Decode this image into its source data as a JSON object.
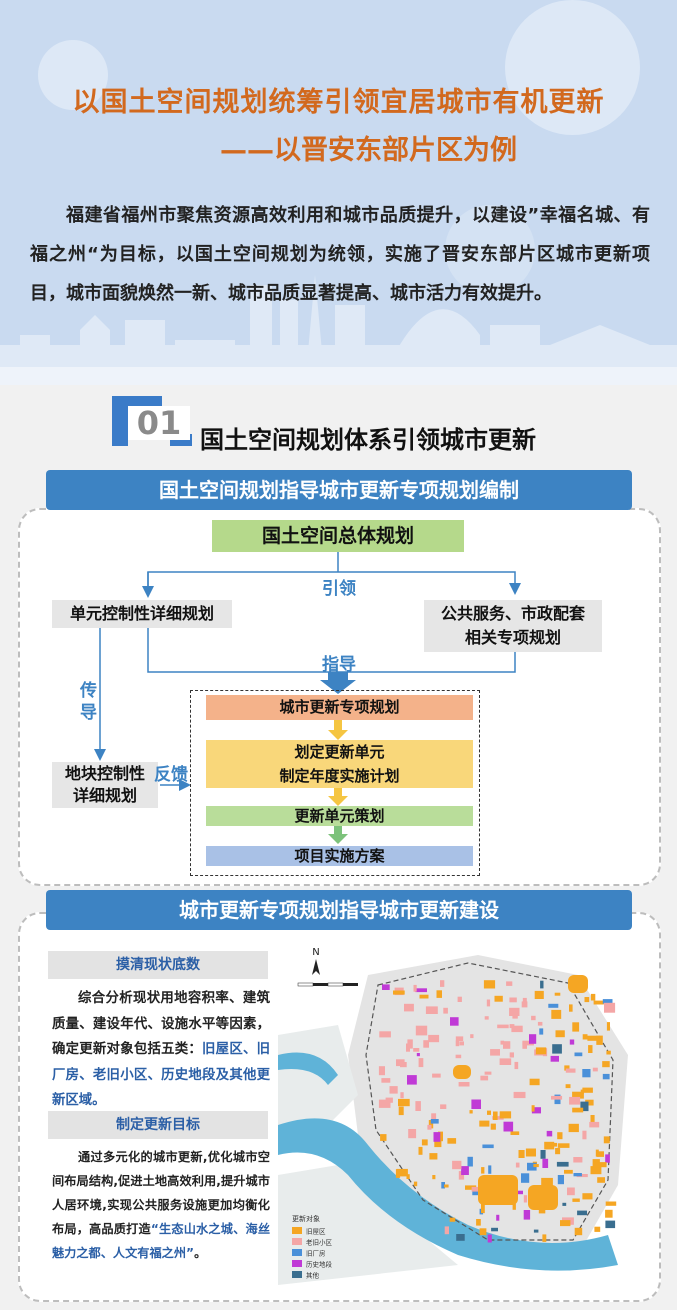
{
  "header": {
    "title": "以国土空间规划统筹引领宜居城市有机更新",
    "subtitle": "——以晋安东部片区为例",
    "intro": "福建省福州市聚焦资源高效利用和城市品质提升，以建设”幸福名城、有福之州“为目标，以国土空间规划为统领，实施了晋安东部片区城市更新项目，城市面貌焕然一新、城市品质显著提高、城市活力有效提升。"
  },
  "section1": {
    "number": "01",
    "title": "国土空间规划体系引领城市更新",
    "banner1": "国土空间规划指导城市更新专项规划编制",
    "banner2": "城市更新专项规划指导城市更新建设"
  },
  "flow": {
    "top": "国土空间总体规划",
    "lead": "引领",
    "left": "单元控制性详细规划",
    "right_line1": "公共服务、市政配套",
    "right_line2": "相关专项规划",
    "guide": "指导",
    "transmit_1": "传",
    "transmit_2": "导",
    "plot_line1": "地块控制性",
    "plot_line2": "详细规划",
    "feedback": "反馈",
    "step1": "城市更新专项规划",
    "step2_line1": "划定更新单元",
    "step2_line2": "制定年度实施计划",
    "step3": "更新单元策划",
    "step4": "项目实施方案"
  },
  "bottom": {
    "head1": "摸清现状底数",
    "para1_text": "综合分析现状用地容积率、建筑质量、建设年代、设施水平等因素，确定更新对象包括五类：",
    "para1_hl": "旧屋区、旧厂房、老旧小区、历史地段及其他更新区域。",
    "head2": "制定更新目标",
    "para2_text": "通过多元化的城市更新,优化城市空间布局结构,促进土地高效利用,提升城市人居环境,实现公共服务设施更加均衡化布局，高品质打造",
    "para2_hl": "“生态山水之城、海丝魅力之都、人文有福之州”",
    "para2_end": "。"
  },
  "map": {
    "north": "N",
    "legend_title": "更新对象",
    "legend": [
      {
        "label": "旧屋区",
        "color": "#f5a623"
      },
      {
        "label": "老旧小区",
        "color": "#f4a6a6"
      },
      {
        "label": "旧厂房",
        "color": "#4a90d9"
      },
      {
        "label": "历史地段",
        "color": "#c03ad6"
      },
      {
        "label": "其他",
        "color": "#3a6e8f"
      }
    ],
    "water_color": "#5fb3d8"
  }
}
